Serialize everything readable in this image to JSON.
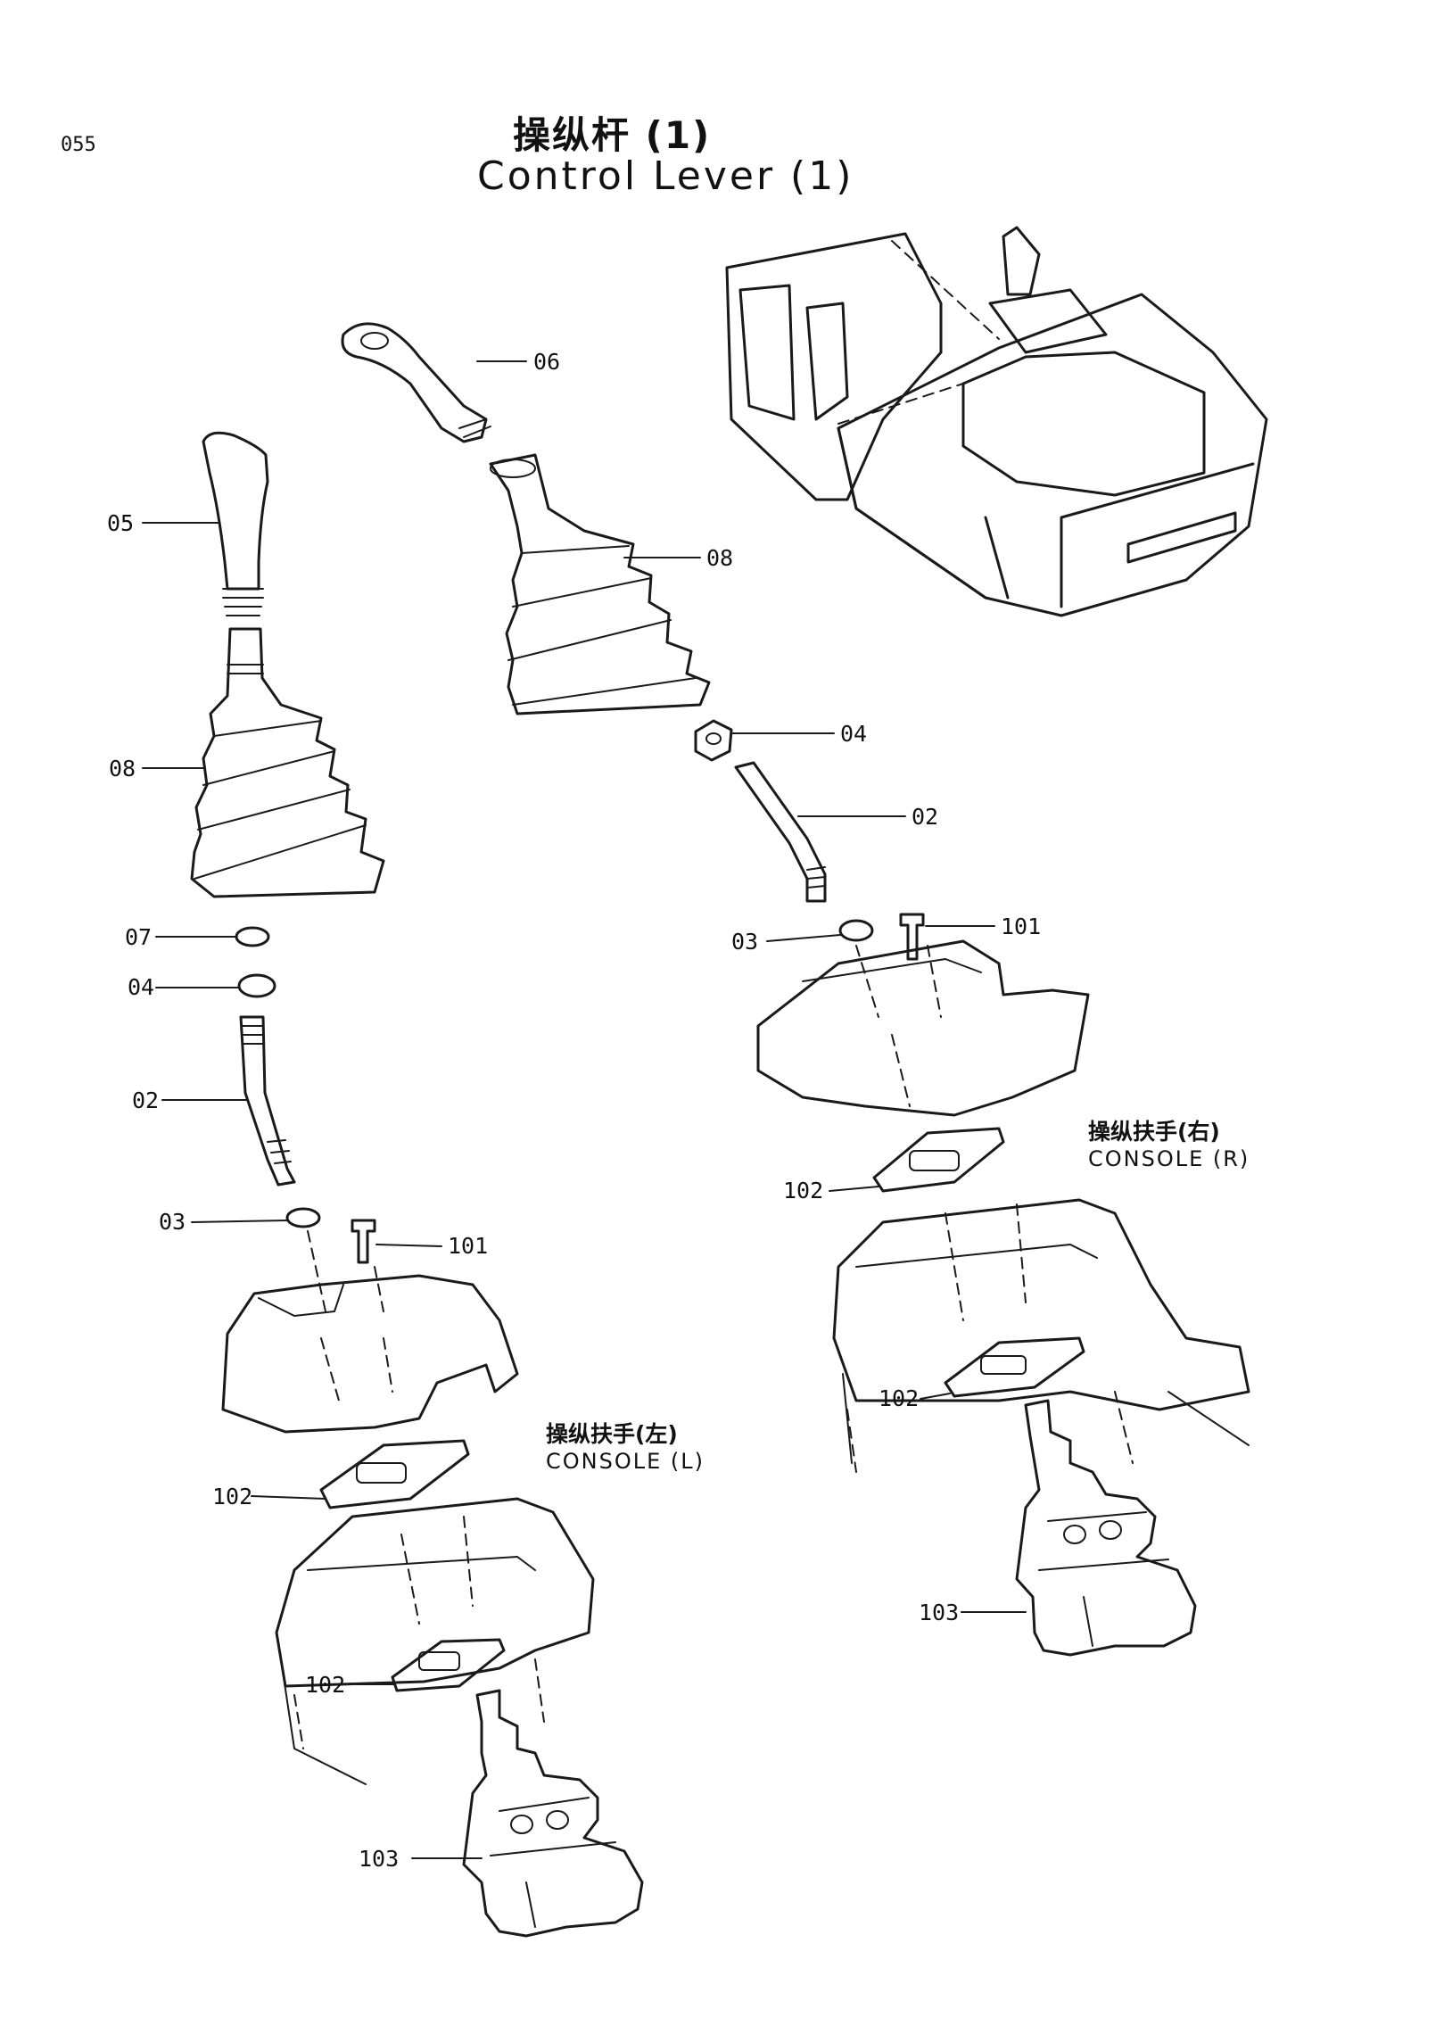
{
  "page": {
    "number": "055"
  },
  "title": {
    "chinese": "操纵杆 (1)",
    "english": "Control Lever (1)"
  },
  "callouts": {
    "left": {
      "c05": "05",
      "c08": "08",
      "c07": "07",
      "c04": "04",
      "c02": "02",
      "c03": "03",
      "c101": "101",
      "c102a": "102",
      "c102b": "102",
      "c103": "103"
    },
    "right": {
      "c06": "06",
      "c08": "08",
      "c04": "04",
      "c02": "02",
      "c03": "03",
      "c101": "101",
      "c102a": "102",
      "c102b": "102",
      "c103": "103"
    }
  },
  "consoles": {
    "right": {
      "chinese": "操纵扶手(右)",
      "english": "CONSOLE (R)"
    },
    "left": {
      "chinese": "操纵扶手(左)",
      "english": "CONSOLE (L)"
    }
  }
}
